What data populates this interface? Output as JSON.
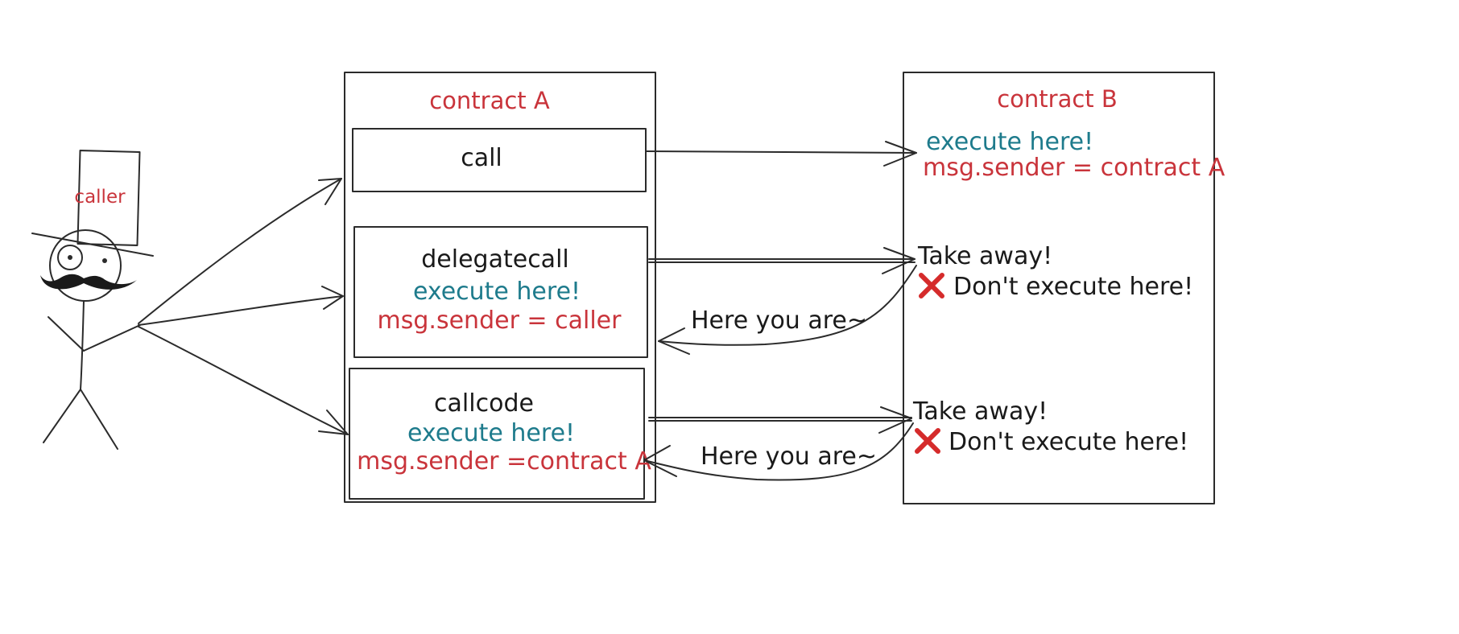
{
  "caller": {
    "label": "caller"
  },
  "contract_a": {
    "title": "contract A",
    "call": {
      "label": "call"
    },
    "delegatecall": {
      "label": "delegatecall",
      "execute": "execute here!",
      "sender": "msg.sender = caller"
    },
    "callcode": {
      "label": "callcode",
      "execute": "execute here!",
      "sender": "msg.sender =contract A"
    }
  },
  "contract_b": {
    "title": "contract B",
    "call_result": {
      "execute": "execute here!",
      "sender": "msg.sender = contract A"
    },
    "delegatecall_result": {
      "take_away": "Take away!",
      "dont_execute": "Don't execute here!"
    },
    "callcode_result": {
      "take_away": "Take away!",
      "dont_execute": "Don't execute here!"
    }
  },
  "returns": {
    "delegatecall": "Here you are~",
    "callcode": "Here you are~"
  },
  "colors": {
    "red": "#c9343b",
    "teal": "#1e7b8c",
    "ink": "#2b2b2b",
    "cross": "#d52b2b"
  }
}
